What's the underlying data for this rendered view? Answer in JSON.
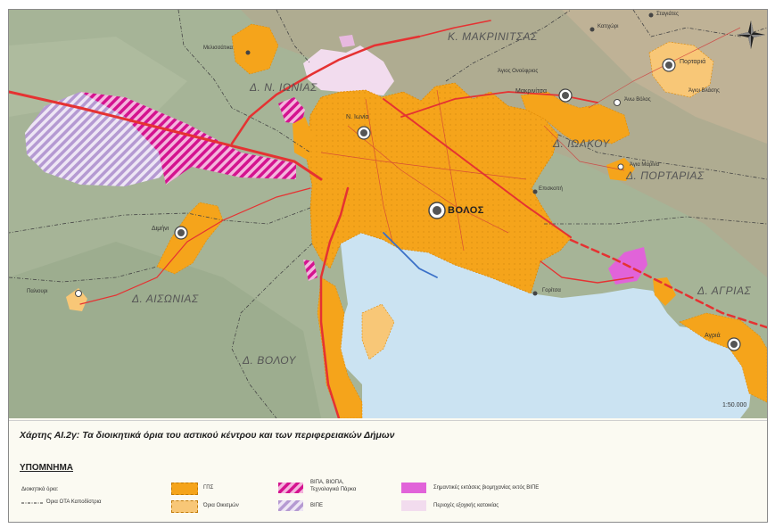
{
  "labels": {
    "k_makrinitsas": "Κ. ΜΑΚΡΙΝΙΤΣΑΣ",
    "d_n_ionias": "Δ. Ν. ΙΩΝΙΑΣ",
    "d_iolkou": "Δ. ΙΩΛΚΟΥ",
    "d_portarias": "Δ. ΠΟΡΤΑΡΙΑΣ",
    "d_aisonias": "Δ. ΑΙΣΩΝΙΑΣ",
    "d_volou": "Δ. ΒΟΛΟΥ",
    "d_agrias": "Δ. ΑΓΡΙΑΣ",
    "volos": "ΒΟΛΟΣ",
    "n_ionia": "Ν. Ιωνία",
    "portaria": "Πορταριά",
    "makrinitsa": "Μακρινίτσα",
    "dimini": "Διμήνι",
    "agria": "Αγριά",
    "melissatika": "Μελισσάτικα",
    "pakouri": "Παλιουρι",
    "ano_volos": "Άνω Βόλος",
    "agios_onoufrios": "Άγιος Ονούφριος",
    "agios_vlasis": "Άγιοι Βλάσης",
    "katichori": "Κατιχώρι",
    "agia_marina": "Άγια Μαρίνα",
    "sitamos": "Σταγιάτες",
    "goritsa": "Γορίτσα",
    "episkopi": "Επισκοπή"
  },
  "scale_text": "1:50.000",
  "caption": "Χάρτης ΑΙ.2γ: Τα διοικητικά όρια του αστικού κέντρου και των περιφερειακών Δήμων",
  "legend": {
    "title": "ΥΠΟΜΝΗΜΑ",
    "admin_heading": "Διοικητικά όρια:",
    "ota_line": "Όρια ΟΤΑ Καποδίστρια",
    "gps": "ΓΠΣ",
    "oikismoi": "Όρια Οικισμών",
    "vipa_l1": "ΒΙΠΑ, ΒΙΟΠΑ,",
    "vipa_l2": "Τεχνολογικά Πάρκα",
    "vipe": "ΒΙΠΕ",
    "industry": "Σημαντικές εκτάσεις βιομηχανίας εκτός ΒΙΠΕ",
    "second_home": "Περιοχές εξοχικής κατοικίας"
  },
  "colors": {
    "urban": "#f5a41b",
    "settlement": "#f8c777",
    "vipa": "#d4138f",
    "vipe": "#b59ad2",
    "industry": "#e163d9",
    "second_home": "#f2dcee",
    "road": "#e53232",
    "sea": "#cbe3f2",
    "land": "#a3b395"
  }
}
